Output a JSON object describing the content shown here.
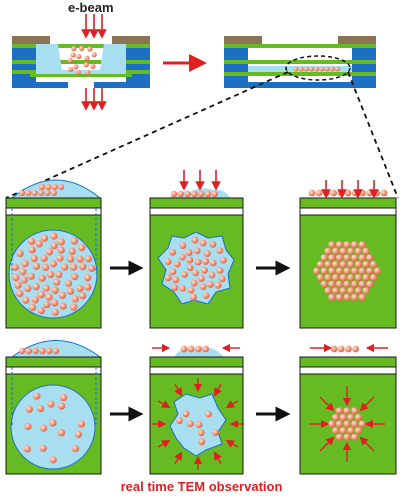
{
  "labels": {
    "ebeam": "e-beam",
    "caption": "real time TEM observation"
  },
  "colors": {
    "liquid": "#a8dff0",
    "substrate_green": "#66bb22",
    "particle": "#f59a80",
    "membrane_blue": "#1d6fc4",
    "cap_brown": "#8b7355",
    "arrow_red": "#e02020",
    "arrow_black": "#111111"
  },
  "rows": [
    {
      "name": "top-row",
      "stages": [
        "many-particles-in-large-droplet",
        "shrinking-droplet",
        "close-packed-hexagonal-raft"
      ]
    },
    {
      "name": "bottom-row",
      "stages": [
        "few-particles-in-droplet",
        "evaporating-droplet",
        "small-cluster"
      ]
    }
  ]
}
